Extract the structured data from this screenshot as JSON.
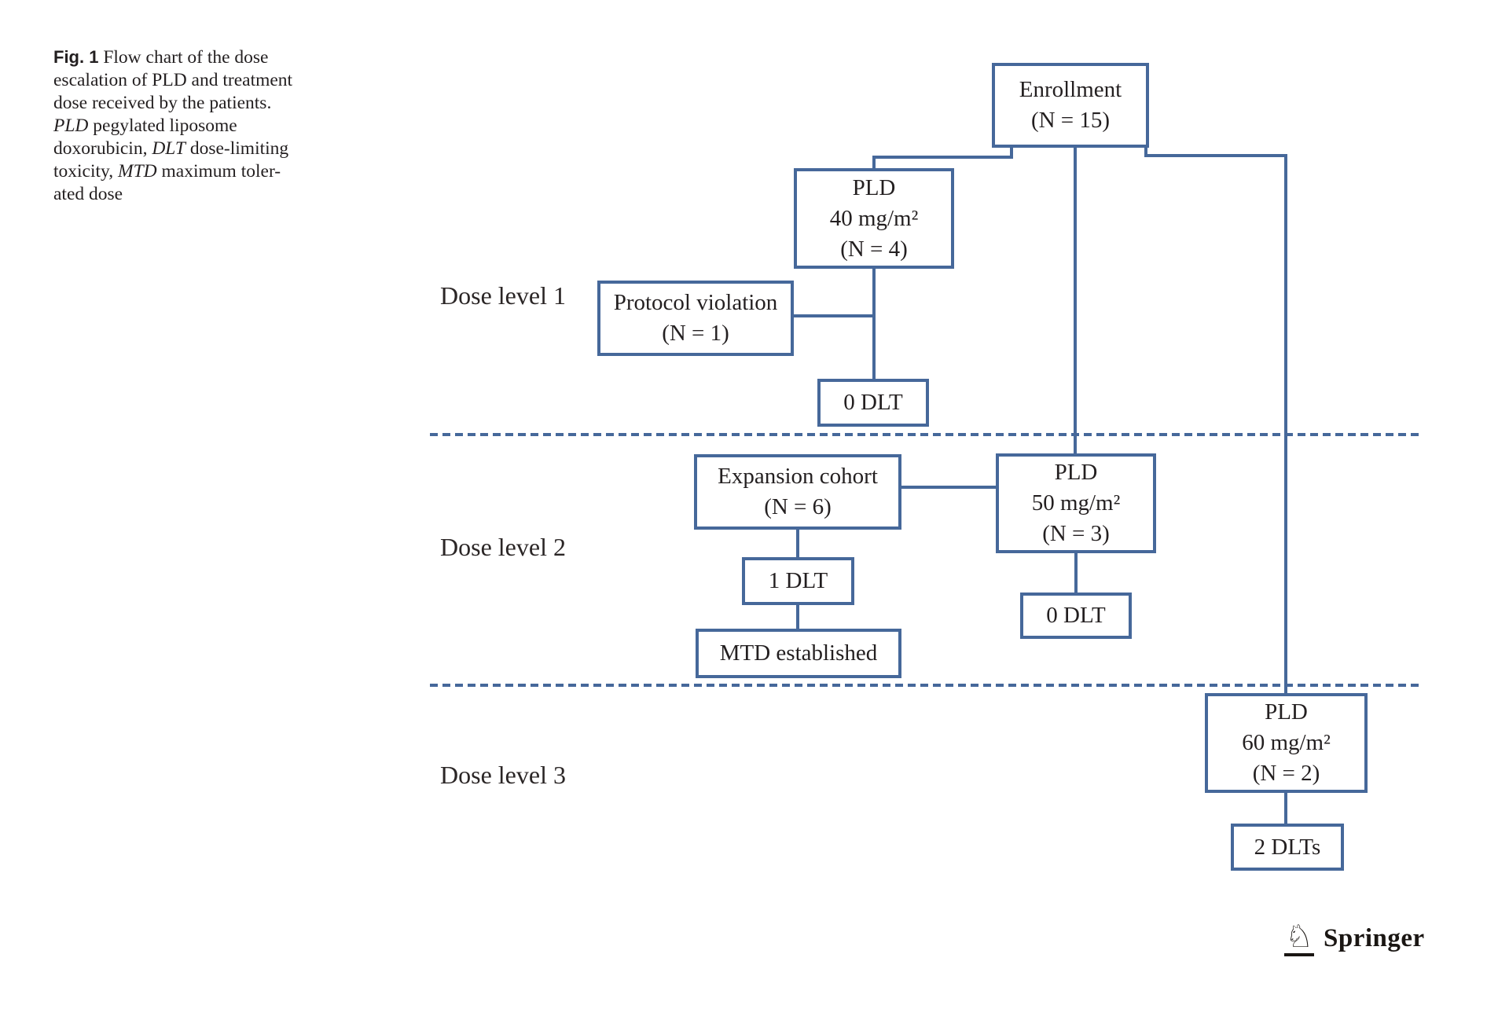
{
  "caption": {
    "lines": [
      {
        "segs": [
          {
            "t": "Fig. 1",
            "s": "label"
          },
          {
            "t": "  Flow chart of the dose",
            "s": "n"
          }
        ]
      },
      {
        "segs": [
          {
            "t": "escalation of PLD and treatment",
            "s": "n"
          }
        ]
      },
      {
        "segs": [
          {
            "t": "dose received by the patients.",
            "s": "n"
          }
        ]
      },
      {
        "segs": [
          {
            "t": "PLD",
            "s": "i"
          },
          {
            "t": " pegylated liposome",
            "s": "n"
          }
        ]
      },
      {
        "segs": [
          {
            "t": "doxorubicin, ",
            "s": "n"
          },
          {
            "t": "DLT",
            "s": "i"
          },
          {
            "t": " dose-limiting",
            "s": "n"
          }
        ]
      },
      {
        "segs": [
          {
            "t": "toxicity, ",
            "s": "n"
          },
          {
            "t": "MTD",
            "s": "i"
          },
          {
            "t": " maximum toler-",
            "s": "n"
          }
        ]
      },
      {
        "segs": [
          {
            "t": "ated dose",
            "s": "n"
          }
        ]
      }
    ]
  },
  "dose_labels": {
    "level1": "Dose level 1",
    "level2": "Dose level 2",
    "level3": "Dose level 3"
  },
  "nodes": {
    "enrollment": {
      "line1": "Enrollment",
      "line2": "(N = 15)"
    },
    "pld40": {
      "line1": "PLD",
      "line2": "40 mg/m²",
      "line3": "(N = 4)"
    },
    "protocol_violation": {
      "line1": "Protocol violation",
      "line2": "(N = 1)"
    },
    "dlt_level1": {
      "line1": "0 DLT"
    },
    "expansion_cohort": {
      "line1": "Expansion cohort",
      "line2": "(N = 6)"
    },
    "pld50": {
      "line1": "PLD",
      "line2": "50 mg/m²",
      "line3": "(N = 3)"
    },
    "dlt_expansion": {
      "line1": "1 DLT"
    },
    "mtd": {
      "line1": "MTD established"
    },
    "dlt_level2": {
      "line1": "0 DLT"
    },
    "pld60": {
      "line1": "PLD",
      "line2": "60 mg/m²",
      "line3": "(N = 2)"
    },
    "dlt_level3": {
      "line1": "2 DLTs"
    }
  },
  "publisher": {
    "name": "Springer",
    "knight_glyph": "♘"
  },
  "colors": {
    "line_blue": "#46689a",
    "text_black": "#231f20",
    "background": "#ffffff"
  }
}
